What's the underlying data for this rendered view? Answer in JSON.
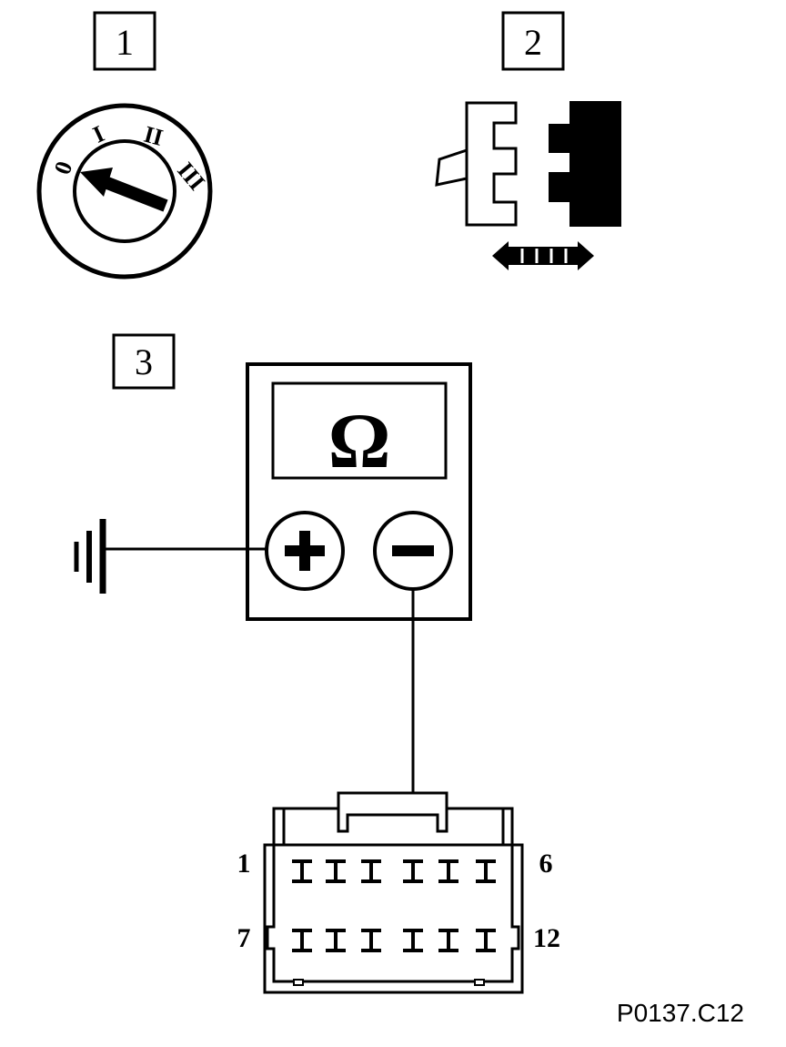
{
  "steps": {
    "step1": "1",
    "step2": "2",
    "step3": "3"
  },
  "ignition_switch": {
    "positions": [
      "0",
      "I",
      "II",
      "III"
    ]
  },
  "multimeter": {
    "display_symbol": "Ω",
    "positive_terminal": "+",
    "negative_terminal": "−"
  },
  "connector": {
    "pin_first_top": "1",
    "pin_last_top": "6",
    "pin_first_bottom": "7",
    "pin_last_bottom": "12"
  },
  "figure_ref": "P0137.C12"
}
